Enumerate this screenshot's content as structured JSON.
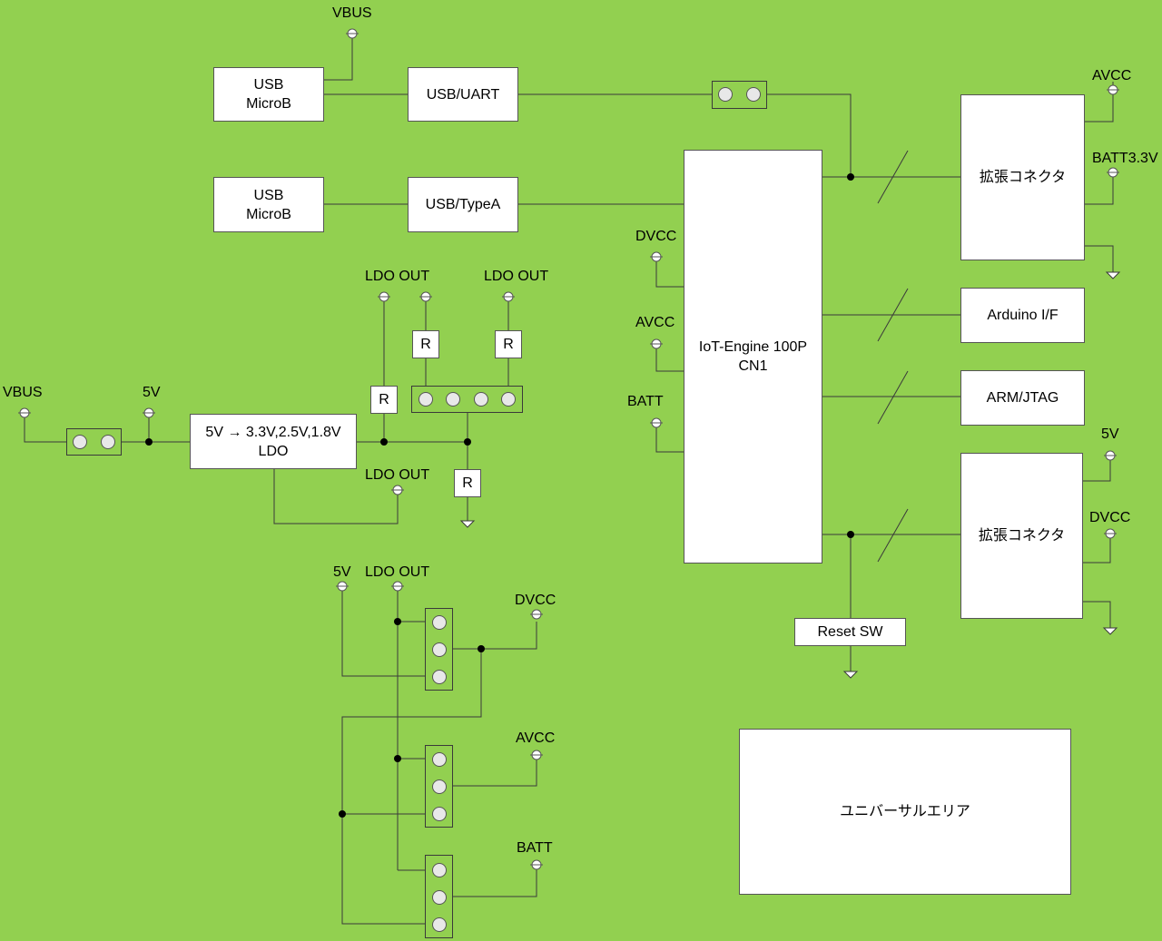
{
  "colors": {
    "background": "#92d050",
    "box_fill": "#ffffff",
    "wire": "#3a3a3a"
  },
  "blocks": {
    "usb_microb_1": "USB\nMicroB",
    "usb_uart": "USB/UART",
    "usb_microb_2": "USB\nMicroB",
    "usb_typea": "USB/TypeA",
    "iot_engine": "IoT-Engine 100P\nCN1",
    "ext_connector_top": "拡張コネクタ",
    "arduino_if": "Arduino I/F",
    "arm_jtag": "ARM/JTAG",
    "ext_connector_bottom": "拡張コネクタ",
    "reset_sw": "Reset SW",
    "ldo": "5V → 3.3V,2.5V,1.8V\nLDO",
    "universal_area": "ユニバーサルエリア",
    "resistor": "R"
  },
  "labels": {
    "vbus": "VBUS",
    "five_v": "5V",
    "ldo_out": "LDO OUT",
    "dvcc": "DVCC",
    "avcc": "AVCC",
    "batt": "BATT",
    "batt33": "BATT3.3V"
  }
}
